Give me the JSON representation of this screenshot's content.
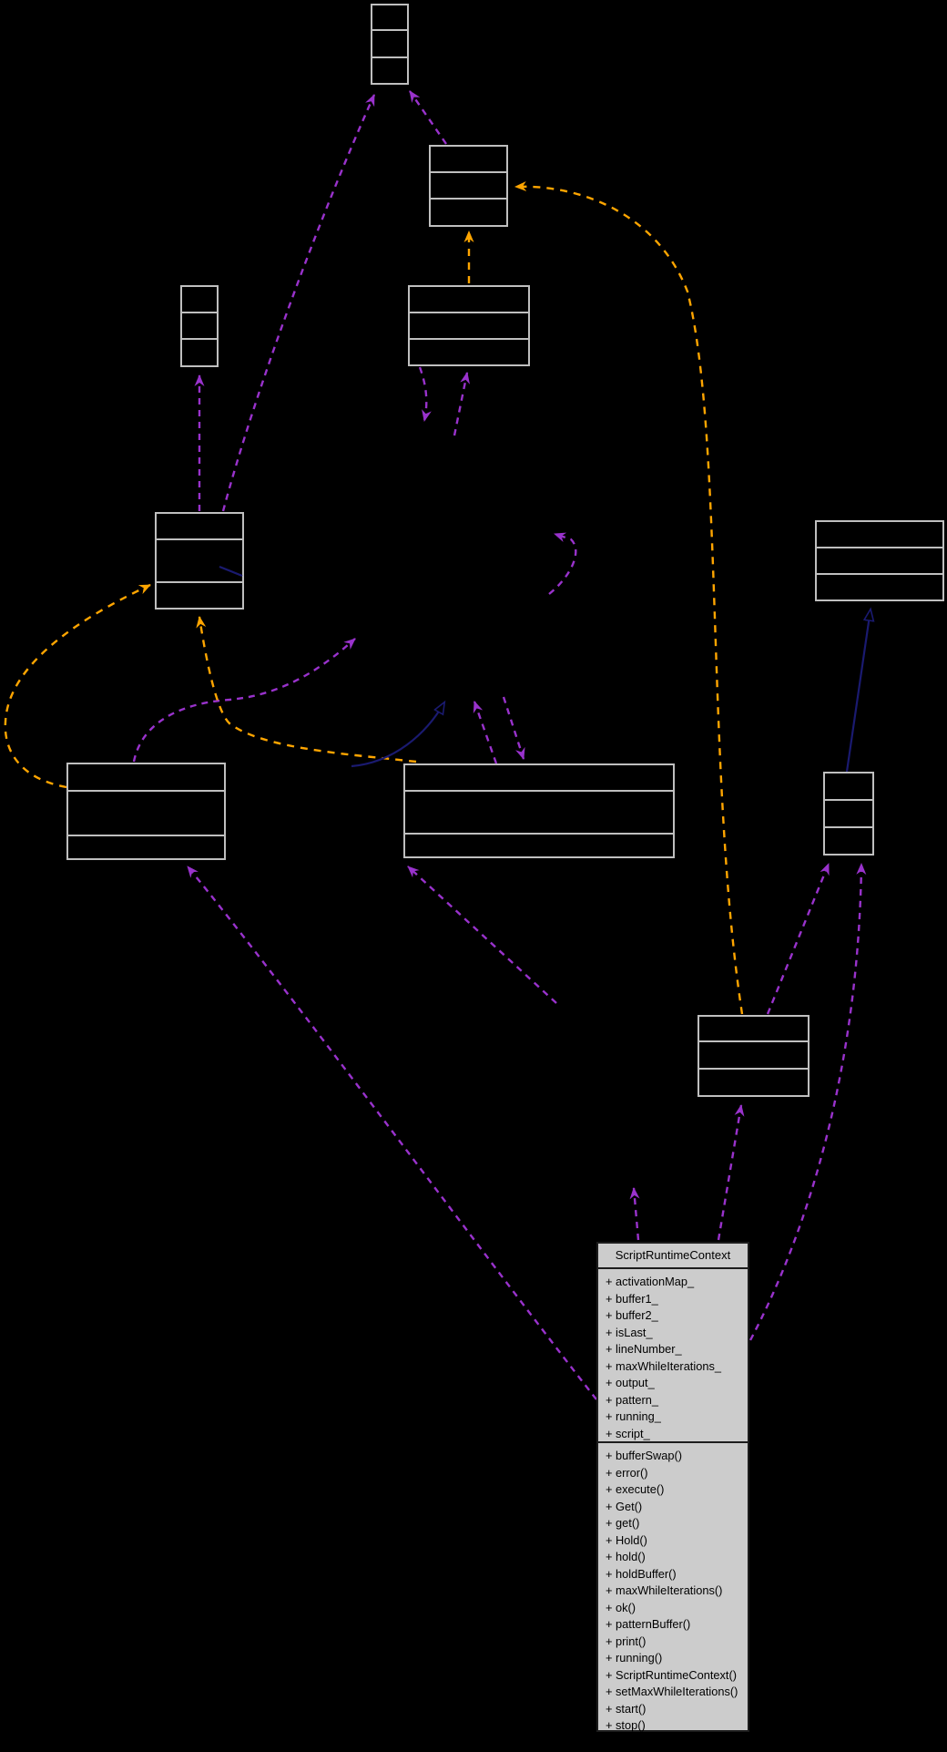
{
  "diagram": {
    "kind": "uml-collaboration-graph",
    "focus_class": {
      "title": "ScriptRuntimeContext",
      "fields": [
        "+ activationMap_",
        "+ buffer1_",
        "+ buffer2_",
        "+ isLast_",
        "+ lineNumber_",
        "+ maxWhileIterations_",
        "+ output_",
        "+ pattern_",
        "+ running_",
        "+ script_"
      ],
      "methods": [
        "+ bufferSwap()",
        "+ error()",
        "+ execute()",
        "+ Get()",
        "+ get()",
        "+ Hold()",
        "+ hold()",
        "+ holdBuffer()",
        "+ maxWhileIterations()",
        "+ ok()",
        "+ patternBuffer()",
        "+ print()",
        "+ running()",
        "+ ScriptRuntimeContext()",
        "+ setMaxWhileIterations()",
        "+ start()",
        "+ stop()"
      ]
    },
    "unlabeled_class_nodes": 10,
    "colors": {
      "background": "#000000",
      "node_border": "#BFBFBF",
      "usage_edge_purple": "#9932CC",
      "template_edge_orange": "#FFA500",
      "inheritance_edge_navy": "#1A1A70",
      "focus_node_fill": "#CCCCCC",
      "focus_node_text": "#000000"
    }
  }
}
